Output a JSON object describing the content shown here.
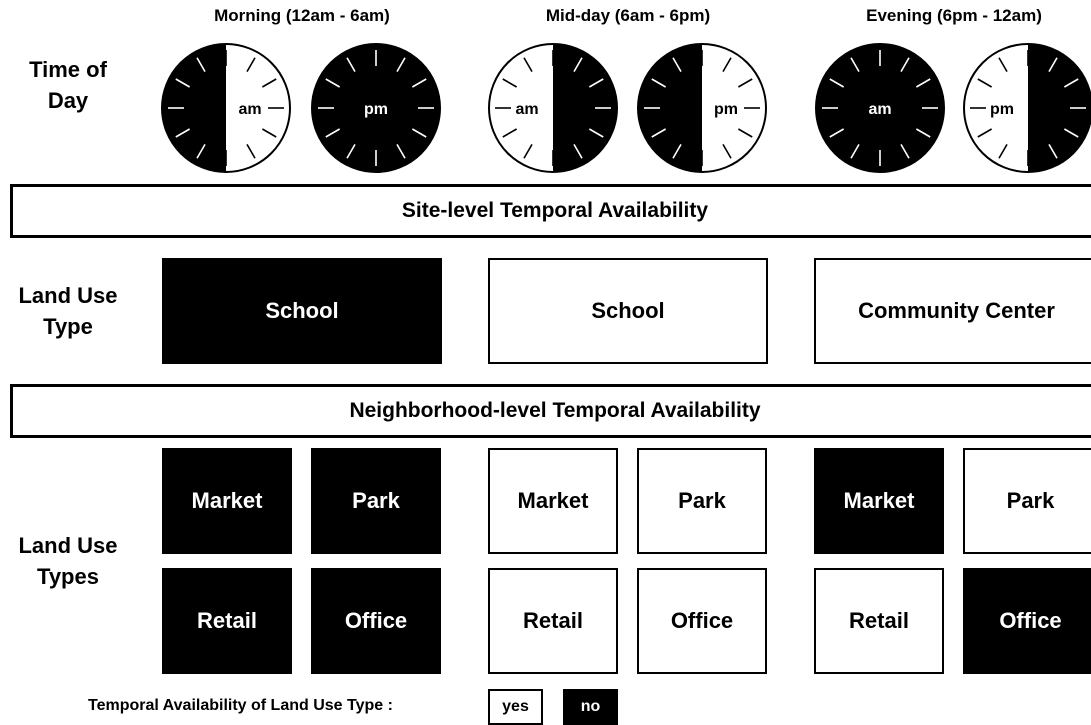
{
  "periods": [
    {
      "title": "Morning  (12am - 6am)",
      "clocks": [
        {
          "label": "am",
          "filled_half": "left"
        },
        {
          "label": "pm",
          "filled_half": "full"
        }
      ]
    },
    {
      "title": "Mid-day  (6am - 6pm)",
      "clocks": [
        {
          "label": "am",
          "filled_half": "right"
        },
        {
          "label": "pm",
          "filled_half": "left"
        }
      ]
    },
    {
      "title": "Evening  (6pm - 12am)",
      "clocks": [
        {
          "label": "am",
          "filled_half": "full"
        },
        {
          "label": "pm",
          "filled_half": "right"
        }
      ]
    }
  ],
  "row_labels": {
    "time_of_day": "Time of Day",
    "land_use_type": "Land Use Type",
    "land_use_types": "Land Use Types"
  },
  "banners": {
    "site_level": "Site-level Temporal Availability",
    "neighborhood_level": "Neighborhood-level Temporal Availability"
  },
  "site_level": [
    {
      "label": "School",
      "available": "no"
    },
    {
      "label": "School",
      "available": "yes"
    },
    {
      "label": "Community Center",
      "available": "yes"
    }
  ],
  "neighborhood_level": [
    {
      "market": "no",
      "park": "no",
      "retail": "no",
      "office": "no"
    },
    {
      "market": "yes",
      "park": "yes",
      "retail": "yes",
      "office": "yes"
    },
    {
      "market": "no",
      "park": "yes",
      "retail": "yes",
      "office": "no"
    }
  ],
  "land_use_names": {
    "market": "Market",
    "park": "Park",
    "retail": "Retail",
    "office": "Office"
  },
  "legend": {
    "label": "Temporal Availability of Land Use Type :",
    "yes": "yes",
    "no": "no"
  },
  "colors": {
    "available": "#ffffff",
    "unavailable": "#000000"
  }
}
